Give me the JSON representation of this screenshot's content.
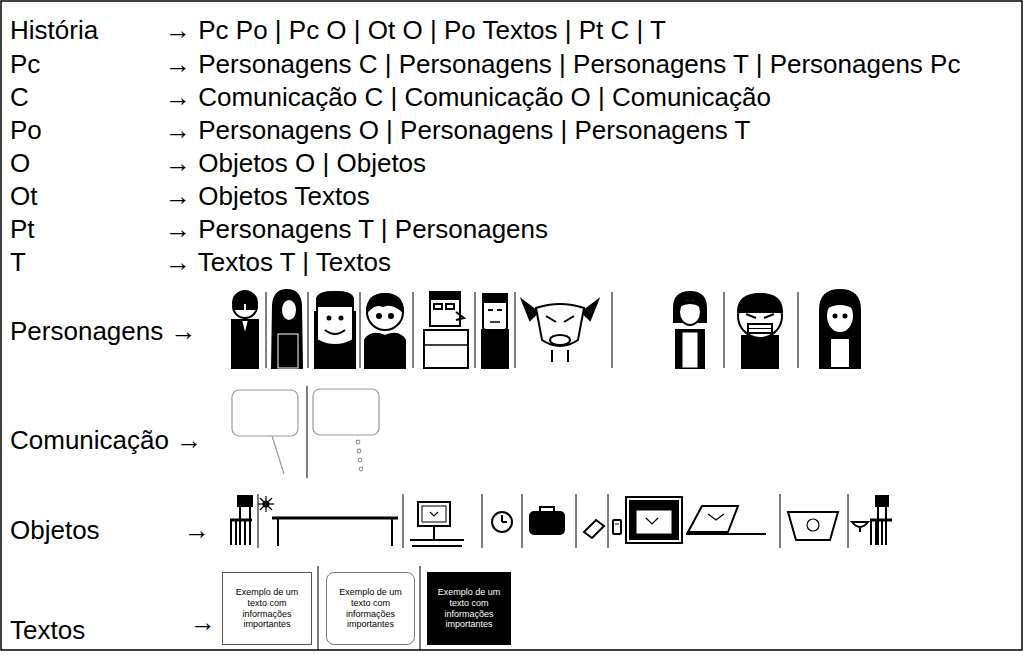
{
  "diagram": {
    "nodes": [
      {
        "text": [
          "Exemplo de um texto com informações importantes"
        ]
      },
      {
        "text": [
          "Exemplo de um texto com informações importantes"
        ]
      },
      {
        "text": [
          "Exemplo de um texto com informações importantes"
        ]
      }
    ],
    "labels": [
      "História",
      "→ Pc Po | Pc O | Ot O | Po Textos | Pt C | T",
      "Pc",
      "→ Personagens C | Personagens | Personagens T | Personagens Pc",
      "C",
      "→ Comunicação C | Comunicação O | Comunicação",
      "Po",
      "→ Personagens O | Personagens | Personagens T",
      "O",
      "→ Objetos O | Objetos",
      "Ot",
      "→ Objetos Textos",
      "Pt",
      "→ Personagens T | Personagens",
      "T",
      "→ Textos T | Textos",
      "Personagens →",
      "Comunicação →",
      "Objetos",
      "→",
      "Textos",
      "→"
    ]
  }
}
